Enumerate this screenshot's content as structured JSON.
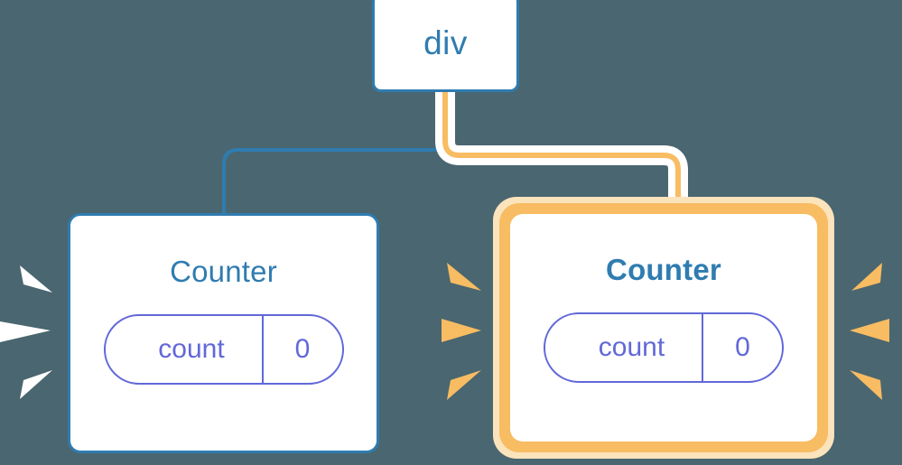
{
  "diagram": {
    "type": "component-tree",
    "background_color": "#4a6670",
    "title_hidden": true
  },
  "nodes": {
    "root": {
      "label": "div",
      "border_color": "#2f7cb0",
      "fill_color": "#ffffff",
      "highlighted": false
    },
    "counter_left": {
      "label": "Counter",
      "border_color": "#2f7cb0",
      "fill_color": "#ffffff",
      "highlighted": false,
      "state": {
        "key": "count",
        "value": "0",
        "color": "#6168d8"
      }
    },
    "counter_right": {
      "label": "Counter",
      "ring_color": "#f8bc62",
      "ring_glow_color": "#fbe3bc",
      "fill_color": "#ffffff",
      "highlighted": true,
      "state": {
        "key": "count",
        "value": "0",
        "color": "#6168d8"
      }
    }
  },
  "edges": {
    "root_to_counter_left": {
      "color": "#2f7cb0",
      "style": "elbow",
      "highlighted": false
    },
    "root_to_counter_right": {
      "color": "#f8bc62",
      "halo_color": "#ffffff",
      "style": "elbow",
      "highlighted": true
    }
  },
  "sparkles": {
    "left_of_counter_left": {
      "color": "#ffffff",
      "count": 3,
      "direction": "right"
    },
    "right_of_counter_left": {
      "color": "#f8bc62",
      "count": 3,
      "direction": "right"
    },
    "right_of_counter_right": {
      "color": "#f8bc62",
      "count": 3,
      "direction": "left"
    }
  }
}
